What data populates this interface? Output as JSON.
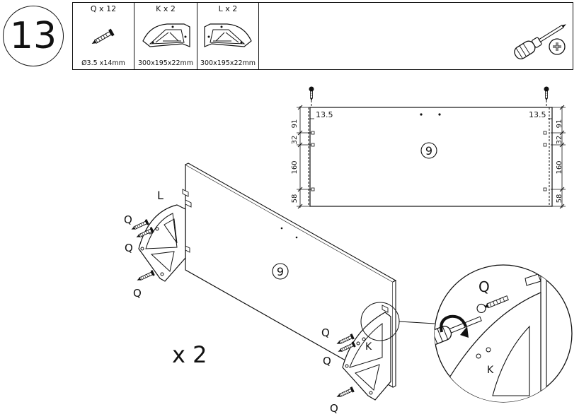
{
  "step": {
    "number": "13"
  },
  "parts": [
    {
      "label": "Q x 12",
      "dimension": "Ø3.5 x14mm",
      "icon": "screw-icon"
    },
    {
      "label": "K x 2",
      "dimension": "300x195x22mm",
      "icon": "bracket-icon"
    },
    {
      "label": "L x 2",
      "dimension": "300x195x22mm",
      "icon": "bracket-icon"
    }
  ],
  "tool": {
    "icon": "phillips-screwdriver-icon"
  },
  "panel_drawing": {
    "panel_number": "9",
    "offset_left": "13.5",
    "offset_right": "13.5",
    "dimensions": [
      "91",
      "32",
      "160",
      "58"
    ]
  },
  "assembly": {
    "panel_number": "9",
    "bracket_left": "L",
    "bracket_right": "K",
    "screw_label": "Q",
    "quantity": "x 2"
  },
  "detail": {
    "screw_label": "Q",
    "bracket_label": "K"
  }
}
